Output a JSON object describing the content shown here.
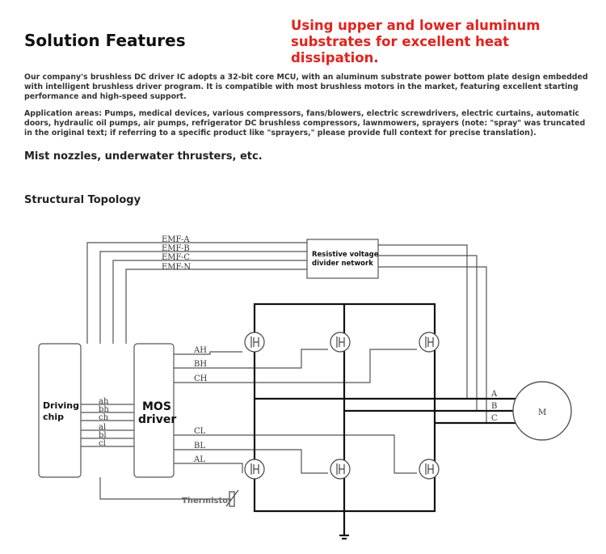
{
  "header": {
    "title": "Solution Features",
    "callout": "Using upper and lower aluminum substrates for excellent heat dissipation."
  },
  "body": {
    "intro": "Our company's brushless DC driver IC adopts a 32-bit core MCU, with an aluminum substrate power bottom plate design embedded with intelligent brushless driver program. It is compatible with most brushless motors in the market, featuring excellent starting performance and high-speed support.",
    "applications": "Application areas: Pumps, medical devices, various compressors, fans/blowers, electric screwdrivers, electric curtains, automatic doors, hydraulic oil pumps, air pumps, refrigerator DC brushless compressors, lawnmowers, sprayers (note: \"spray\" was truncated in the original text; if referring to a specific product like \"sprayers,\" please provide full context for precise translation).",
    "extra": "Mist nozzles, underwater thrusters, etc.",
    "section_title": "Structural Topology"
  },
  "diagram": {
    "emf_labels": [
      "EMF-A",
      "EMF-B",
      "EMF-C",
      "EMF-N"
    ],
    "divider_line1": "Resistive voltage",
    "divider_line2": "divider network",
    "driving_line1": "Driving",
    "driving_line2": "chip",
    "mos_line1": "MOS",
    "mos_line2": "driver",
    "chip_signals": [
      "ah",
      "bh",
      "ch",
      "al",
      "bl",
      "cl"
    ],
    "high_side": [
      "AH",
      "BH",
      "CH"
    ],
    "low_side": [
      "CL",
      "BL",
      "AL"
    ],
    "phases": [
      "A",
      "B",
      "C"
    ],
    "motor": "M",
    "thermistor": "Thermistor"
  }
}
